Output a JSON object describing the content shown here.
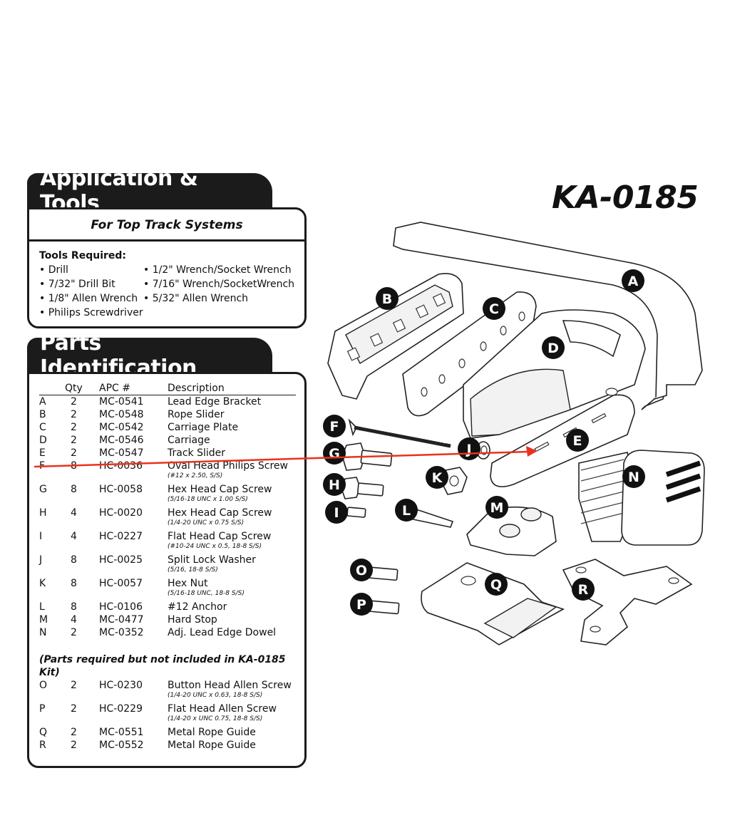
{
  "application": {
    "tab_title": "Application & Tools",
    "subtitle": "For Top Track Systems",
    "tools_heading": "Tools Required:",
    "tools_col1": [
      "• Drill",
      "• 7/32\" Drill Bit",
      "• 1/8\" Allen Wrench",
      "• Philips Screwdriver"
    ],
    "tools_col2": [
      "• 1/2\"  Wrench/Socket Wrench",
      "• 7/16\"  Wrench/SocketWrench",
      "• 5/32\" Allen Wrench"
    ]
  },
  "parts": {
    "tab_title": "Parts Identification",
    "headers": {
      "letter": "",
      "qty": "Qty",
      "apc": "APC #",
      "description": "Description"
    },
    "rows": [
      {
        "letter": "A",
        "qty": "2",
        "apc": "MC-0541",
        "description": "Lead Edge Bracket",
        "spec": ""
      },
      {
        "letter": "B",
        "qty": "2",
        "apc": "MC-0548",
        "description": "Rope Slider",
        "spec": ""
      },
      {
        "letter": "C",
        "qty": "2",
        "apc": "MC-0542",
        "description": "Carriage Plate",
        "spec": ""
      },
      {
        "letter": "D",
        "qty": "2",
        "apc": "MC-0546",
        "description": "Carriage",
        "spec": ""
      },
      {
        "letter": "E",
        "qty": "2",
        "apc": "MC-0547",
        "description": "Track Slider",
        "spec": ""
      },
      {
        "letter": "F",
        "qty": "8",
        "apc": "HC-0036",
        "description": "Oval Head Philips Screw",
        "spec": "(#12 x 2.50, S/S)"
      },
      {
        "letter": "G",
        "qty": "8",
        "apc": "HC-0058",
        "description": "Hex Head Cap Screw",
        "spec": "(5/16-18 UNC x 1.00 S/S)"
      },
      {
        "letter": "H",
        "qty": "4",
        "apc": "HC-0020",
        "description": "Hex Head Cap Screw",
        "spec": "(1/4-20 UNC x 0.75 S/S)"
      },
      {
        "letter": "I",
        "qty": "4",
        "apc": "HC-0227",
        "description": "Flat Head Cap Screw",
        "spec": "(#10-24 UNC x 0.5, 18-8 S/S)"
      },
      {
        "letter": "J",
        "qty": "8",
        "apc": "HC-0025",
        "description": "Split Lock Washer",
        "spec": "(5/16, 18-8 S/S)"
      },
      {
        "letter": "K",
        "qty": "8",
        "apc": "HC-0057",
        "description": "Hex Nut",
        "spec": "(5/16-18 UNC, 18-8 S/S)"
      },
      {
        "letter": "L",
        "qty": "8",
        "apc": "HC-0106",
        "description": "#12 Anchor",
        "spec": ""
      },
      {
        "letter": "M",
        "qty": "4",
        "apc": "MC-0477",
        "description": "Hard Stop",
        "spec": ""
      },
      {
        "letter": "N",
        "qty": "2",
        "apc": "MC-0352",
        "description": "Adj. Lead Edge Dowel",
        "spec": ""
      }
    ],
    "note": "(Parts required but not included in KA-0185 Kit)",
    "extra_rows": [
      {
        "letter": "O",
        "qty": "2",
        "apc": "HC-0230",
        "description": "Button Head Allen Screw",
        "spec": "(1/4-20 UNC x 0.63, 18-8 S/S)"
      },
      {
        "letter": "P",
        "qty": "2",
        "apc": "HC-0229",
        "description": "Flat Head Allen Screw",
        "spec": "(1/4-20 x UNC 0.75, 18-8 S/S)"
      },
      {
        "letter": "Q",
        "qty": "2",
        "apc": "MC-0551",
        "description": "Metal Rope Guide",
        "spec": ""
      },
      {
        "letter": "R",
        "qty": "2",
        "apc": "MC-0552",
        "description": "Metal Rope Guide",
        "spec": ""
      }
    ]
  },
  "product_code": "KA-0185",
  "diagram_labels": [
    "A",
    "B",
    "C",
    "D",
    "E",
    "F",
    "G",
    "H",
    "I",
    "J",
    "K",
    "L",
    "M",
    "N",
    "O",
    "P",
    "Q",
    "R"
  ],
  "annotation": {
    "color": "#e8321e"
  }
}
